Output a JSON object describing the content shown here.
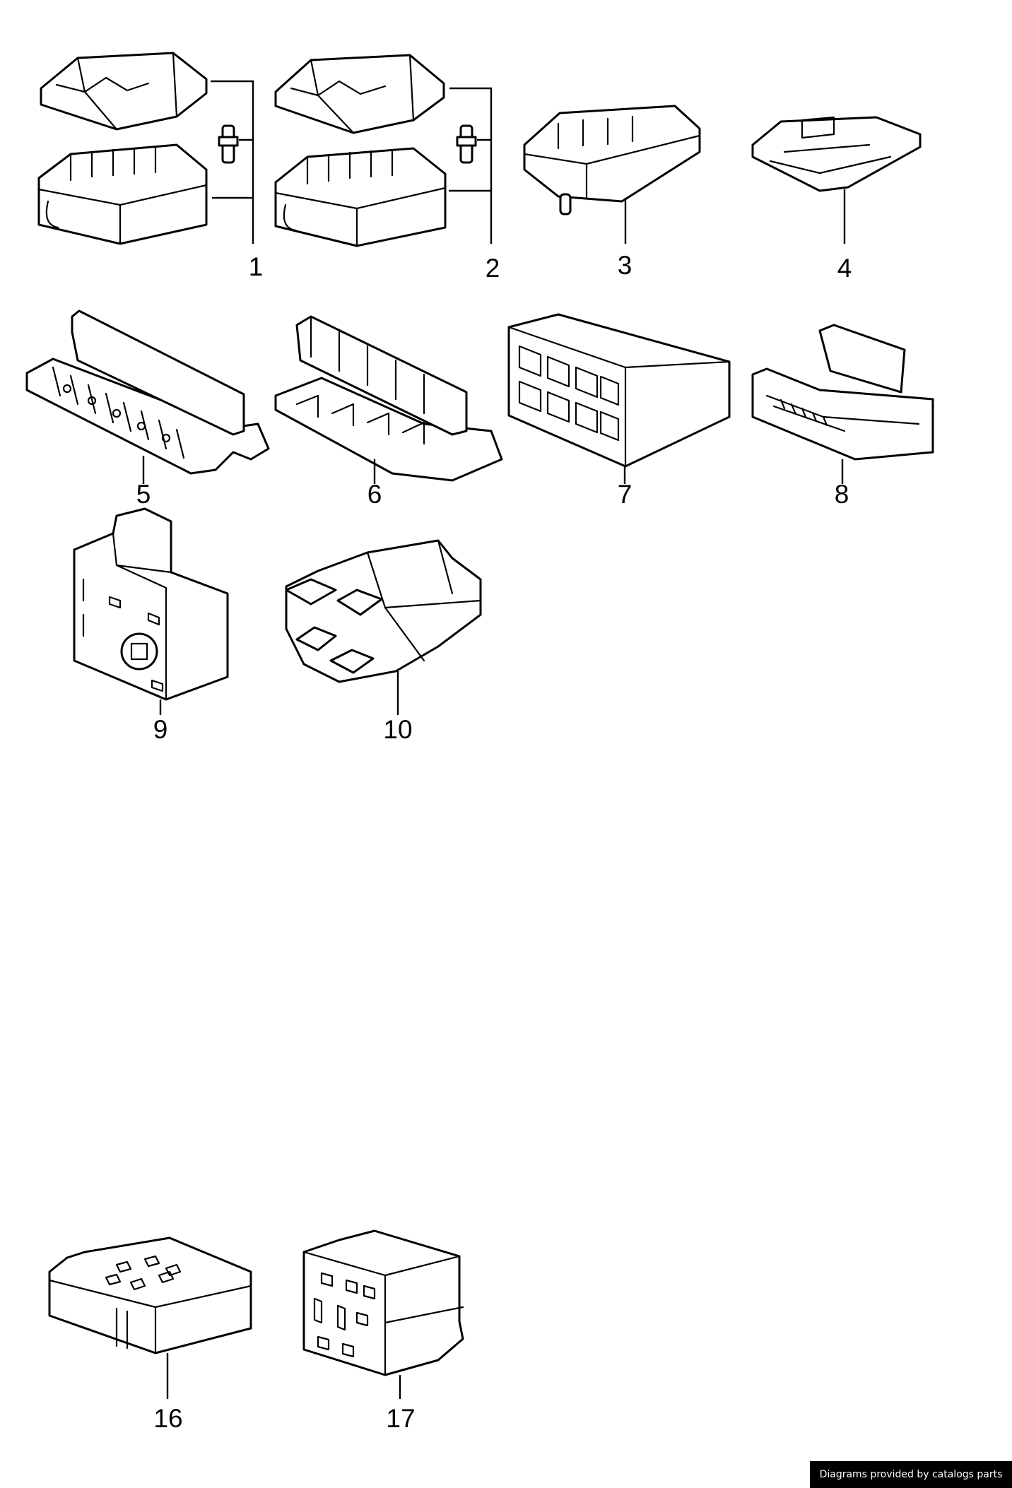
{
  "callouts": [
    "1",
    "2",
    "3",
    "4",
    "5",
    "6",
    "7",
    "8",
    "9",
    "10",
    "16",
    "17"
  ],
  "credit": "Diagrams provided by catalogs parts"
}
